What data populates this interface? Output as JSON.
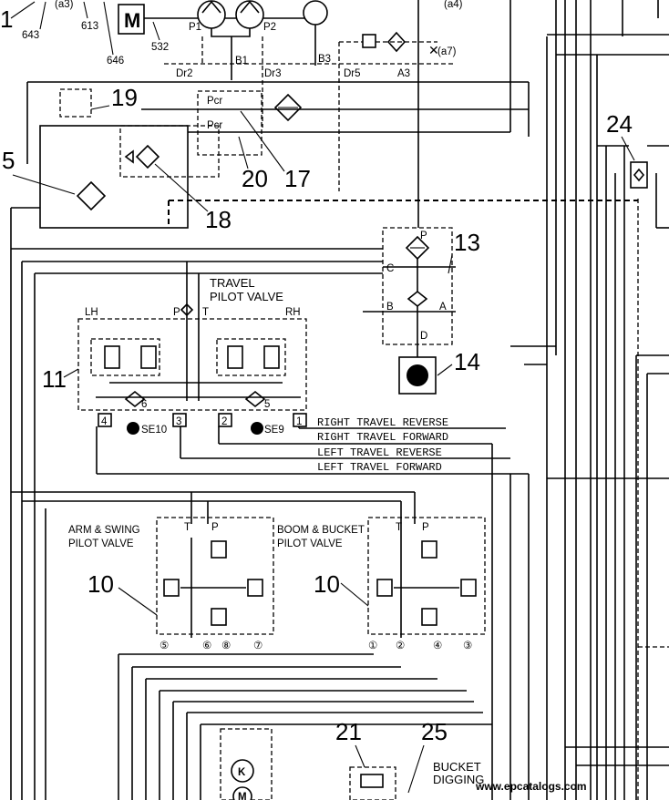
{
  "title": "",
  "callouts": {
    "c1": "1",
    "c5": "5",
    "c10a": "10",
    "c10b": "10",
    "c11": "11",
    "c13": "13",
    "c14": "14",
    "c17": "17",
    "c18": "18",
    "c19": "19",
    "c20": "20",
    "c21": "21",
    "c24": "24",
    "c25": "25"
  },
  "refs": {
    "a3": "(a3)",
    "a4": "(a4)",
    "a7": "(a7)",
    "n643": "643",
    "n613": "613",
    "n646": "646",
    "n532": "532"
  },
  "pump": {
    "motor": "M",
    "p1": "P1",
    "p2": "P2"
  },
  "ports": {
    "dr2": "Dr2",
    "b1": "B1",
    "dr3": "Dr3",
    "b3": "B3",
    "dr5": "Dr5",
    "a3": "A3",
    "pcr1": "Pcr",
    "pcr2": "Pcr",
    "c": "C",
    "b": "B",
    "a": "A",
    "p": "P",
    "d": "D"
  },
  "travel_valve": {
    "title1": "TRAVEL",
    "title2": "PILOT VALVE",
    "lh": "LH",
    "rh": "RH",
    "p": "P",
    "t": "T",
    "n6": "6",
    "n5": "5",
    "n1": "1",
    "n2": "2",
    "n3": "3",
    "n4": "4",
    "se10": "SE10",
    "se9": "SE9"
  },
  "travel_lines": [
    "RIGHT TRAVEL REVERSE",
    "RIGHT TRAVEL FORWARD",
    "LEFT TRAVEL REVERSE",
    "LEFT TRAVEL FORWARD"
  ],
  "arm_valve": {
    "title1": "ARM & SWING",
    "title2": "PILOT VALVE",
    "t": "T",
    "p": "P",
    "c5": "⑤",
    "c6": "⑥",
    "c8": "⑧",
    "c7": "⑦"
  },
  "boom_valve": {
    "title1": "BOOM & BUCKET",
    "title2": "PILOT VALVE",
    "t": "T",
    "p": "P",
    "c1": "①",
    "c2": "②",
    "c4": "④",
    "c3": "③"
  },
  "bucket": {
    "line1": "BUCKET",
    "line2": "DIGGING"
  },
  "component_k": "K",
  "component_m": "M",
  "watermark": "www.epcatalogs.com"
}
